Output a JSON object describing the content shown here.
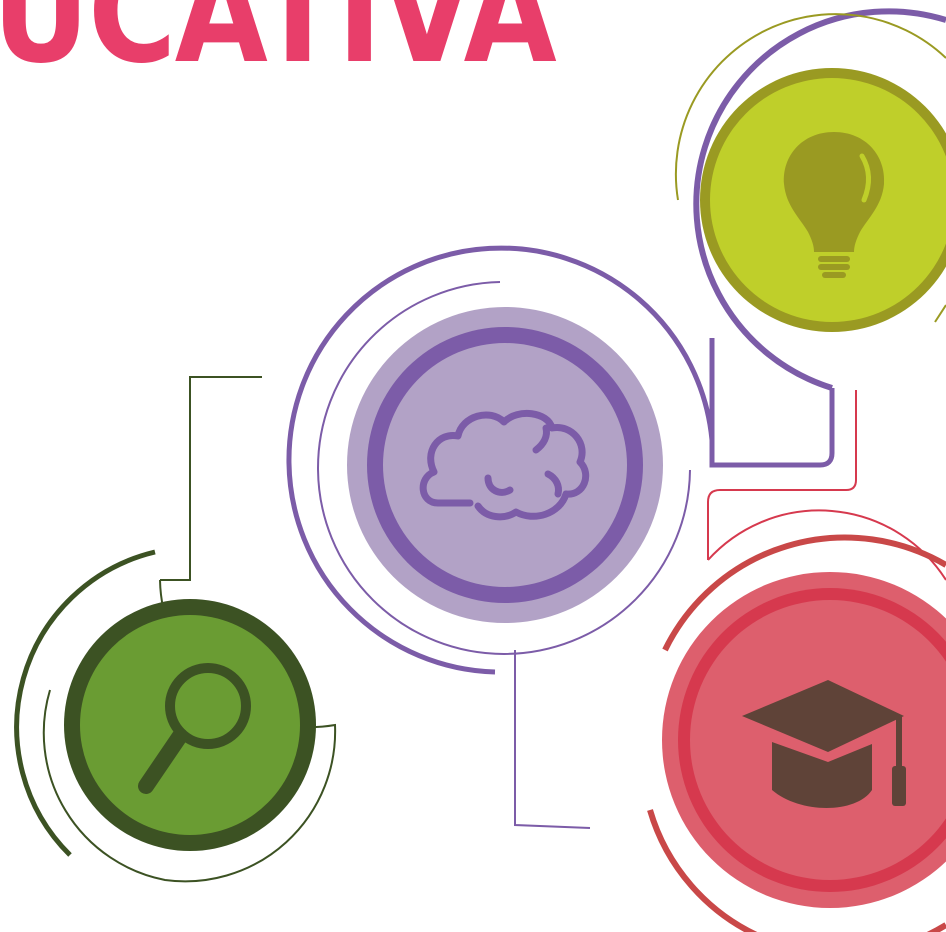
{
  "heading": {
    "text": "UCATIVA",
    "color": "#e83e6a"
  },
  "nodes": [
    {
      "id": "idea",
      "icon": "lightbulb-icon",
      "fill": "#bfcf2a",
      "ring": "#9a9a22",
      "outer": "#7c5ca8",
      "arc": "#9a9a22"
    },
    {
      "id": "thinking",
      "icon": "brain-icon",
      "fill": "#b2a2c6",
      "ring": "#7c5ca8",
      "outer": "#7c5ca8",
      "arc": "#7c5ca8"
    },
    {
      "id": "research",
      "icon": "magnifier-icon",
      "fill": "#6a9c33",
      "ring": "#3c5223",
      "outer": "#3c5223",
      "arc": "#3c5223"
    },
    {
      "id": "education",
      "icon": "graduation-cap-icon",
      "fill": "#dd5f6d",
      "ring": "#d6394e",
      "outer": "#c94848",
      "arc": "#d6394e"
    }
  ],
  "icon_color": {
    "lightbulb": "#9a9a22",
    "brain": "#7c5ca8",
    "magnifier": "#3c5223",
    "cap": "#5f4338"
  }
}
